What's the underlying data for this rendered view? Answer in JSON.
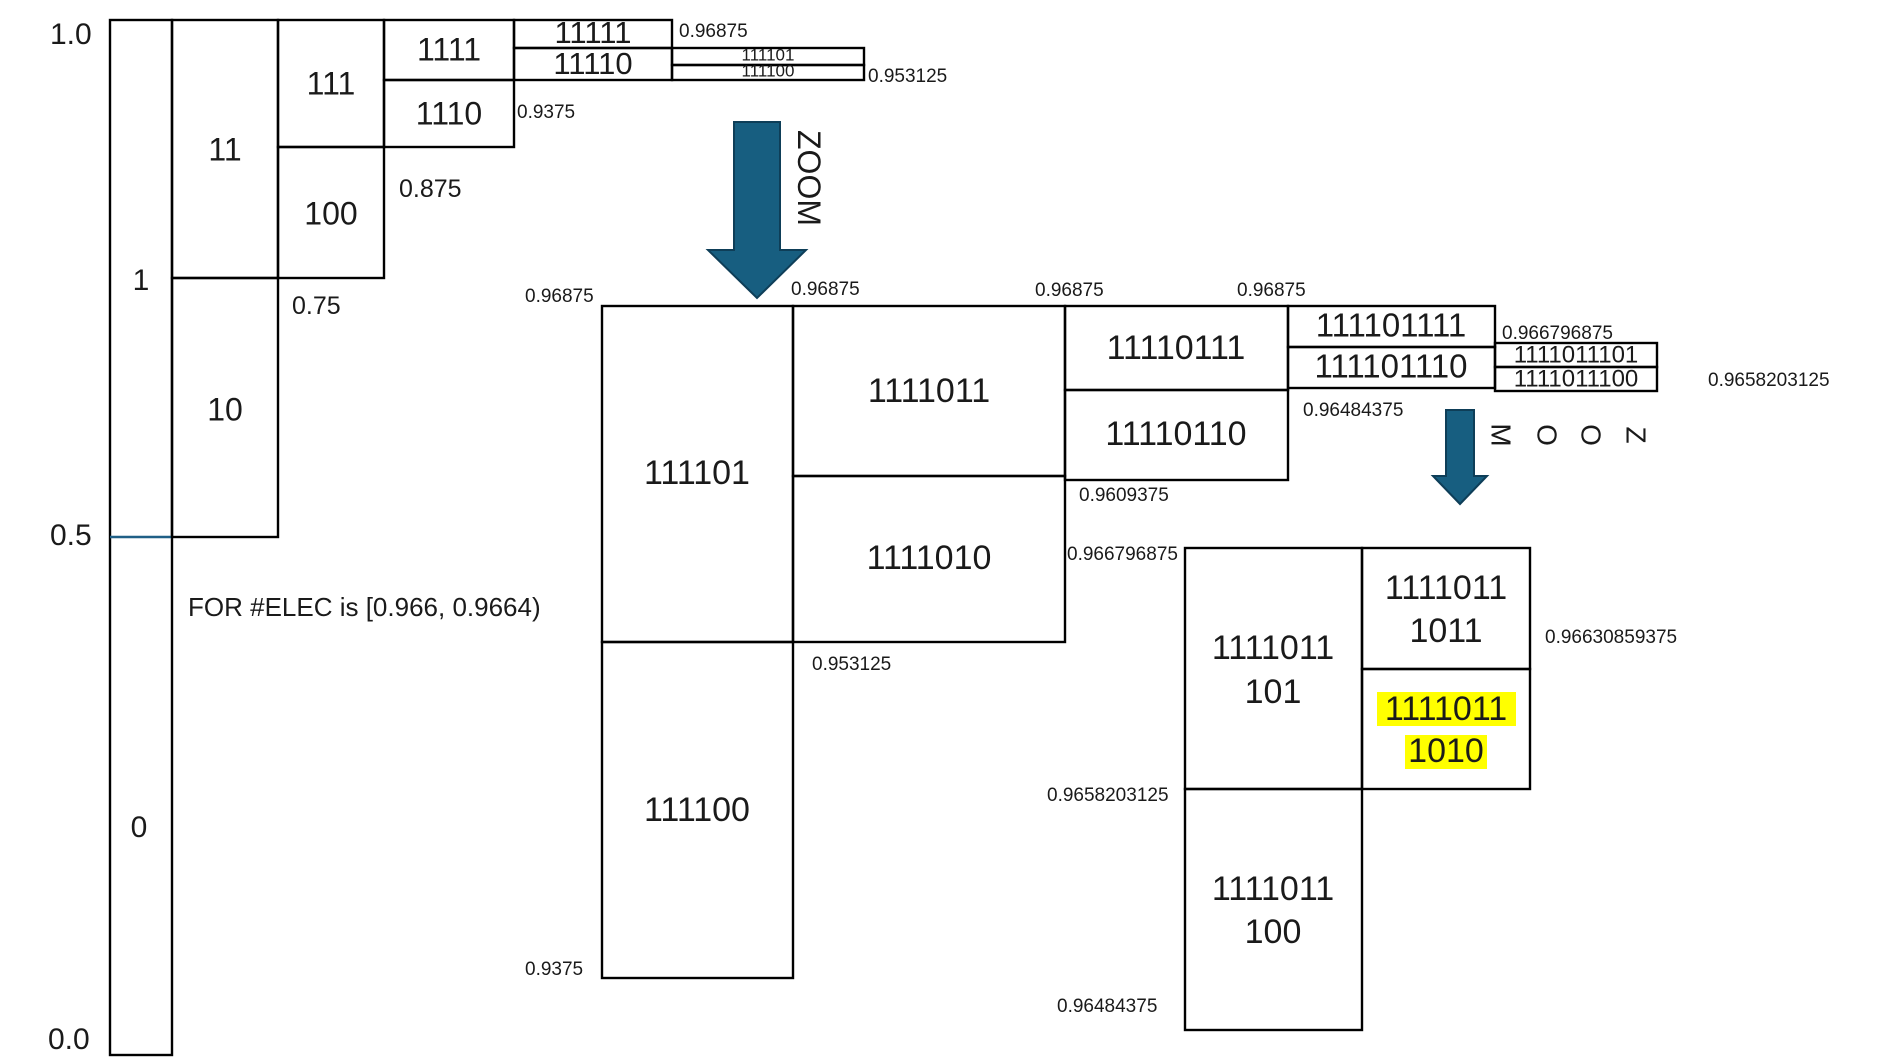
{
  "colors": {
    "arrow": "#175e80",
    "highlight": "#ffff00",
    "half_line": "#1f5f86"
  },
  "axis": {
    "top": "1.0",
    "half": "0.5",
    "bottom": "0.0"
  },
  "note": "FOR #ELEC is [0.966, 0.9664)",
  "zoom_label": "ZOOM",
  "zoom2": {
    "z1": "Z",
    "o1": "O",
    "o2": "O",
    "m": "M"
  },
  "nodes": {
    "n0": "0",
    "n1": "1",
    "n10": "10",
    "n11": "11",
    "n100": "100",
    "n111": "111",
    "n1110": "1110",
    "n1111": "1111",
    "n11110": "11110",
    "n11111": "11111",
    "n111100_small": "111100",
    "n111101_small": "111101",
    "n111100": "111100",
    "n111101": "111101",
    "n1111010": "1111010",
    "n1111011": "1111011",
    "n11110110": "11110110",
    "n11110111": "11110111",
    "n111101110": "111101110",
    "n111101111": "111101111",
    "n1111011100_small": "1111011100",
    "n1111011101_small": "1111011101",
    "n101_a": "1111011",
    "n101_b": "101",
    "n100_a": "1111011",
    "n100_b": "100",
    "n1011_a": "1111011",
    "n1011_b": "1011",
    "n1010_a": "1111011",
    "n1010_b": "1010"
  },
  "values": {
    "v_0_75": "0.75",
    "v_0_875": "0.875",
    "v_0_9375_a": "0.9375",
    "v_0_96875_a": "0.96875",
    "v_0_953125_a": "0.953125",
    "v_0_96875_b": "0.96875",
    "v_0_96875_c": "0.96875",
    "v_0_96875_d": "0.96875",
    "v_0_96875_e": "0.96875",
    "v_0_966796875_a": "0.966796875",
    "v_0_96484375_a": "0.96484375",
    "v_0_9658203125_a": "0.9658203125",
    "v_0_9609375": "0.9609375",
    "v_0_966796875_b": "0.966796875",
    "v_0_953125_b": "0.953125",
    "v_0_9375_b": "0.9375",
    "v_0_96630859375": "0.96630859375",
    "v_0_9658203125_b": "0.9658203125",
    "v_0_96484375_b": "0.96484375"
  }
}
